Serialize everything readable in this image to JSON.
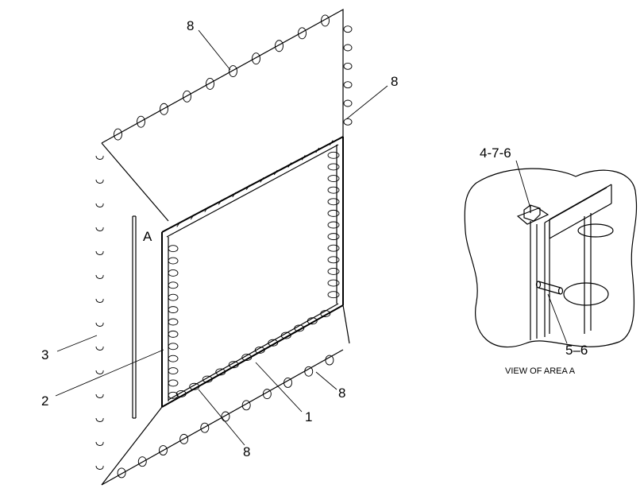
{
  "callouts": {
    "c8_top": "8",
    "c8_right": "8",
    "c8_lower_right": "8",
    "c8_bottom": "8",
    "c1": "1",
    "c2": "2",
    "c3": "3",
    "areaA": "A",
    "detail_top": "4-7-6",
    "detail_bottom": "5–6"
  },
  "detail": {
    "caption": "VIEW OF AREA A"
  }
}
